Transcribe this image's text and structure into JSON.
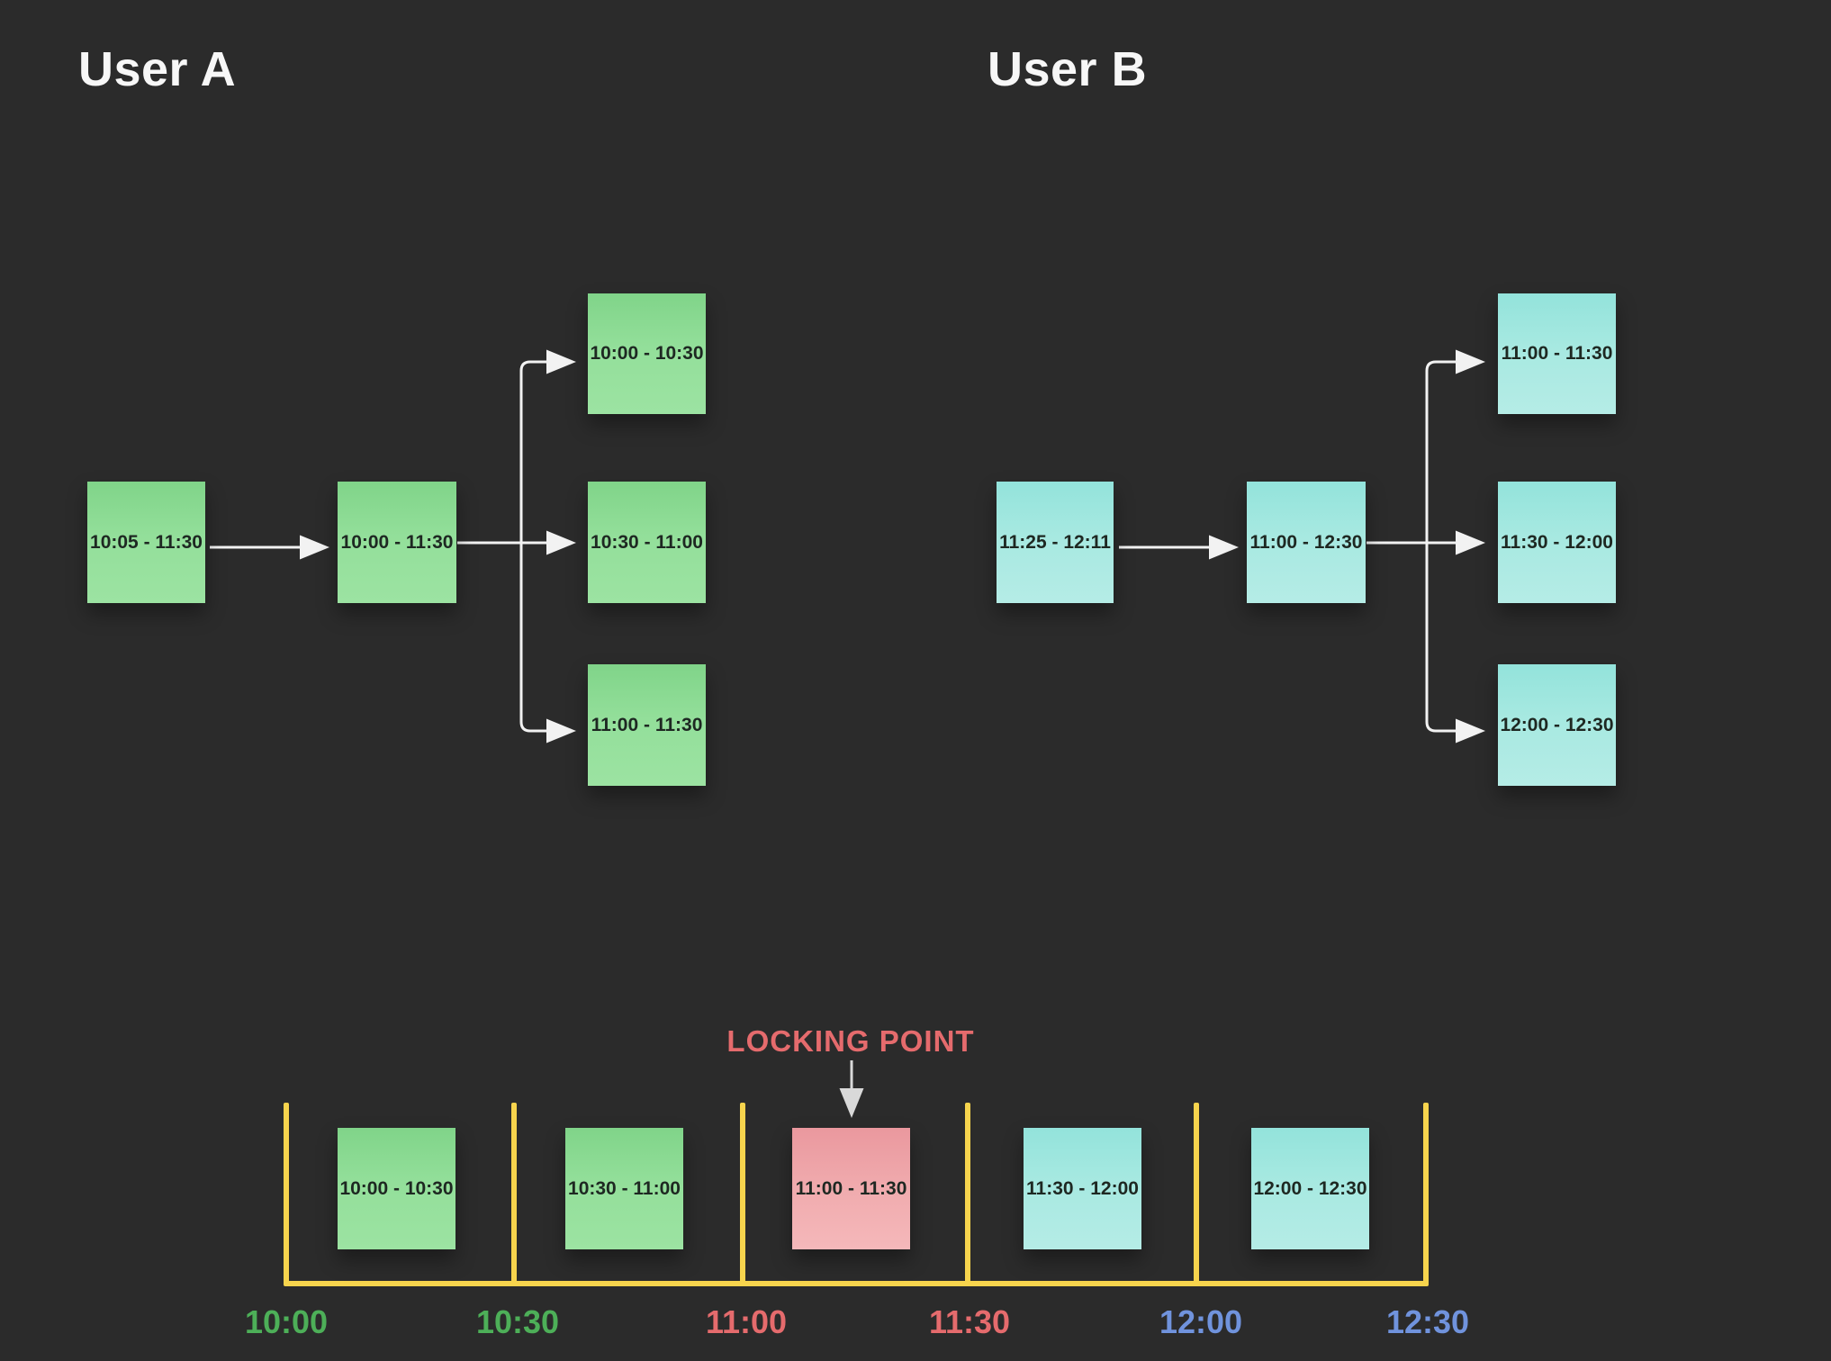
{
  "colors": {
    "background": "#2b2b2b",
    "user_a_slot": "#8fdc97",
    "user_b_slot": "#a7e9e1",
    "locked_slot": "#efa6ab",
    "axis_yellow": "#f7d44d",
    "axis_label_green": "#4daf58",
    "axis_label_red": "#e56b6d",
    "axis_label_blue": "#7093dd",
    "connector_white": "#f2f2f2"
  },
  "user_a": {
    "title": "User A",
    "original_slot": "10:05 - 11:30",
    "normalized_slot": "10:00 - 11:30",
    "split_slots": [
      "10:00 - 10:30",
      "10:30 - 11:00",
      "11:00 - 11:30"
    ]
  },
  "user_b": {
    "title": "User B",
    "original_slot": "11:25 - 12:11",
    "normalized_slot": "11:00 - 12:30",
    "split_slots": [
      "11:00 - 11:30",
      "11:30 - 12:00",
      "12:00 - 12:30"
    ]
  },
  "timeline": {
    "locking_point_label": "LOCKING POINT",
    "slots": [
      {
        "label": "10:00 - 10:30",
        "owner": "user_a"
      },
      {
        "label": "10:30 - 11:00",
        "owner": "user_a"
      },
      {
        "label": "11:00 - 11:30",
        "owner": "locked"
      },
      {
        "label": "11:30 - 12:00",
        "owner": "user_b"
      },
      {
        "label": "12:00 - 12:30",
        "owner": "user_b"
      }
    ],
    "axis_ticks": [
      {
        "label": "10:00",
        "color": "green"
      },
      {
        "label": "10:30",
        "color": "green"
      },
      {
        "label": "11:00",
        "color": "red"
      },
      {
        "label": "11:30",
        "color": "red"
      },
      {
        "label": "12:00",
        "color": "blue"
      },
      {
        "label": "12:30",
        "color": "blue"
      }
    ]
  }
}
